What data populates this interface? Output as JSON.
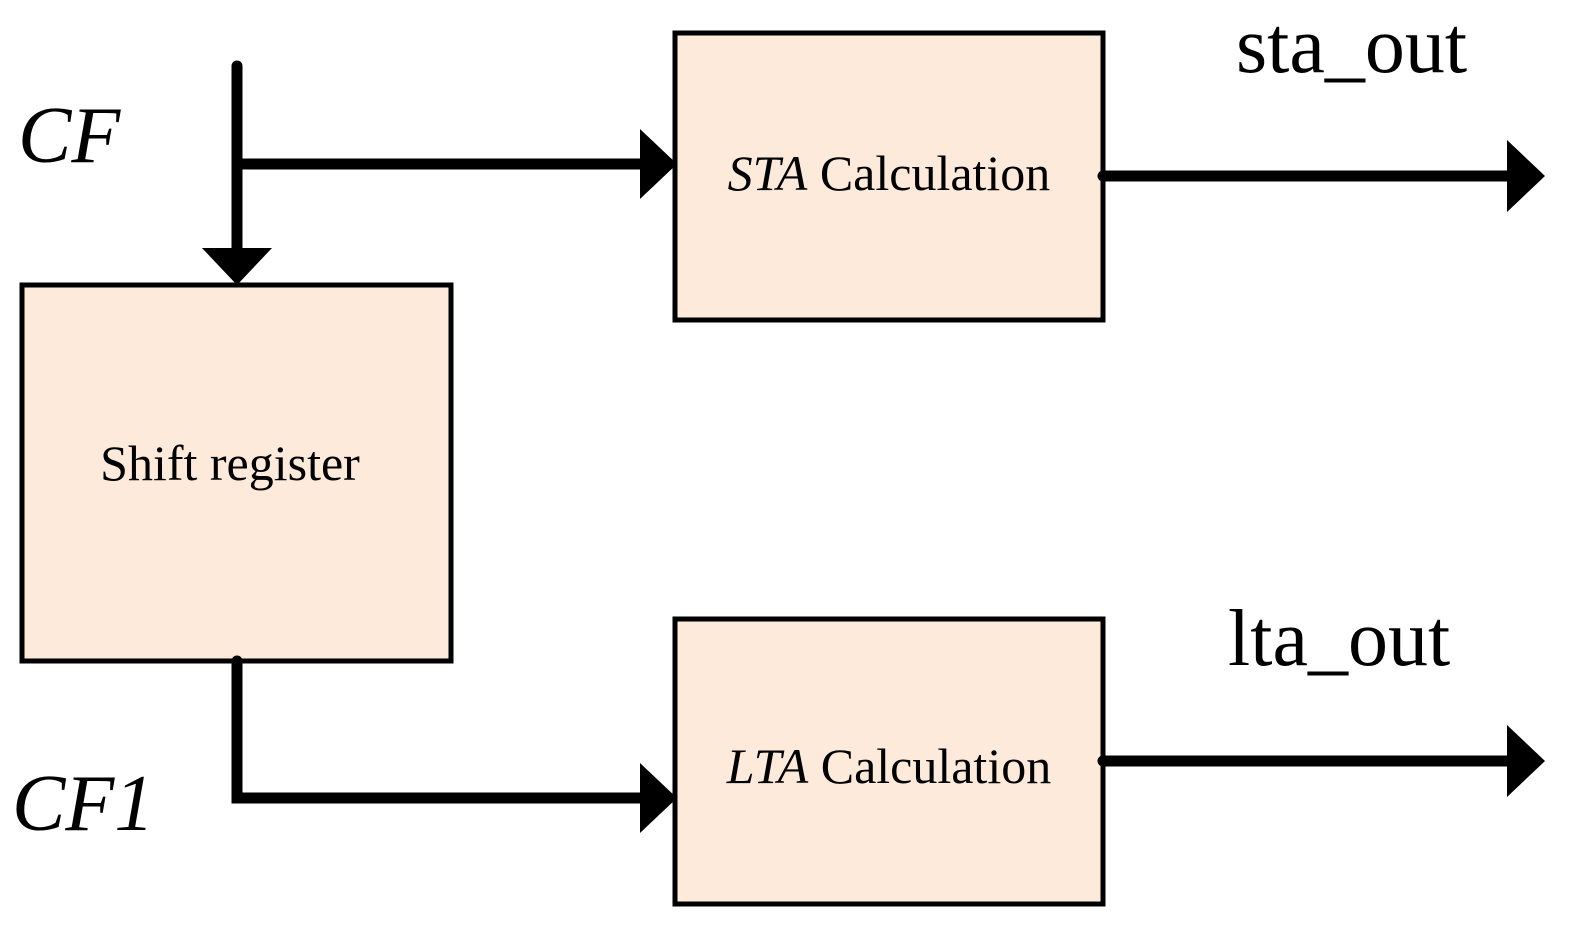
{
  "inputs": {
    "cf": "CF",
    "cf1": "CF1"
  },
  "blocks": {
    "shift_register": "Shift register",
    "sta": {
      "prefix": "STA",
      "suffix": " Calculation"
    },
    "lta": {
      "prefix": "LTA",
      "suffix": " Calculation"
    }
  },
  "outputs": {
    "sta_out": "sta_out",
    "lta_out": "lta_out"
  },
  "colors": {
    "block_fill": "#fdeadb",
    "line": "#000000",
    "background": "#ffffff"
  }
}
